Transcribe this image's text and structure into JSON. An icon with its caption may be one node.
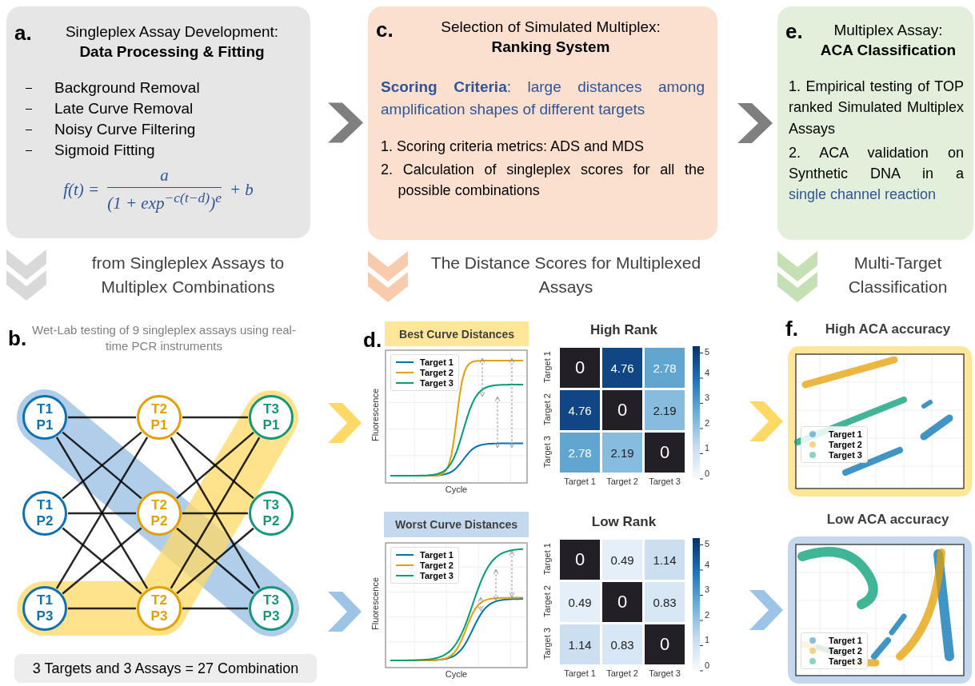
{
  "diagram": {
    "nodes": [
      {
        "text": [
          "a.",
          "Singleplex Assay Development:",
          "Data Processing & Fitting",
          "Background Removal",
          "Late Curve Removal",
          "Noisy Curve Filtering",
          "Sigmoid Fitting",
          "f(t) =",
          "a",
          "(1 + exp$^{−c(t−d)}$)$^{e}$",
          "+ b"
        ]
      },
      {
        "text": [
          "c.",
          "Selection of Simulated Multiplex:",
          "Ranking System",
          "**Scoring Criteria**: large distances among amplification shapes of different targets",
          "1. Scoring criteria metrics: ADS and MDS",
          "2. Calculation of singleplex scores for all the possible combinations"
        ]
      },
      {
        "text": [
          "e.",
          "Multiplex Assay:",
          "ACA Classification",
          "1. Empirical testing of TOP ranked Simulated Multiplex Assays",
          "2. ACA validation on Synthetic DNA in a",
          "single channel reaction"
        ]
      },
      {
        "text": [
          "T1 P1"
        ]
      },
      {
        "text": [
          "T2 P1"
        ]
      },
      {
        "text": [
          "T3 P1"
        ]
      },
      {
        "text": [
          "T1 P2"
        ]
      },
      {
        "text": [
          "T2 P2"
        ]
      },
      {
        "text": [
          "T3 P2"
        ]
      },
      {
        "text": [
          "T1 P3"
        ]
      },
      {
        "text": [
          "T2 P3"
        ]
      },
      {
        "text": [
          "T3 P3"
        ]
      },
      {
        "text": [
          "3 Targets and 3 Assays = 27 Combination"
        ]
      },
      {
        "text": [
          "Best Curve Distances"
        ]
      },
      {
        "text": [
          "Worst Curve Distances"
        ]
      },
      {
        "text": [],
        "shape": "picture",
        "beside": [
          "Fluorescence",
          "Cycle"
        ]
      },
      {
        "text": [],
        "shape": "picture",
        "beside": [
          "Fluorescence",
          "Cycle"
        ]
      },
      {
        "text": [],
        "shape": "picture",
        "beside": [
          "High ACA accuracy"
        ]
      },
      {
        "text": [],
        "shape": "picture",
        "beside": [
          "Low ACA accuracy"
        ]
      }
    ],
    "edges": [
      {
        "from": 0,
        "to": 1,
        "arrow": "to",
        "color": "#7f7f7f"
      },
      {
        "from": 1,
        "to": 2,
        "arrow": "to",
        "color": "#7f7f7f"
      },
      {
        "from": 3,
        "to": 4,
        "arrow": "none"
      },
      {
        "from": 3,
        "to": 7,
        "arrow": "none"
      },
      {
        "from": 3,
        "to": 10,
        "arrow": "none"
      },
      {
        "from": 6,
        "to": 4,
        "arrow": "none"
      },
      {
        "from": 6,
        "to": 7,
        "arrow": "none"
      },
      {
        "from": 6,
        "to": 10,
        "arrow": "none"
      },
      {
        "from": 9,
        "to": 4,
        "arrow": "none"
      },
      {
        "from": 9,
        "to": 7,
        "arrow": "none"
      },
      {
        "from": 9,
        "to": 10,
        "arrow": "none"
      },
      {
        "from": 4,
        "to": 5,
        "arrow": "none"
      },
      {
        "from": 4,
        "to": 8,
        "arrow": "none"
      },
      {
        "from": 4,
        "to": 11,
        "arrow": "none"
      },
      {
        "from": 7,
        "to": 5,
        "arrow": "none"
      },
      {
        "from": 7,
        "to": 8,
        "arrow": "none"
      },
      {
        "from": 7,
        "to": 11,
        "arrow": "none"
      },
      {
        "from": 10,
        "to": 5,
        "arrow": "none"
      },
      {
        "from": 10,
        "to": 8,
        "arrow": "none"
      },
      {
        "from": 10,
        "to": 11,
        "arrow": "none"
      },
      {
        "from": null,
        "to": 15,
        "arrow": "to",
        "color": "#ffd966"
      },
      {
        "from": null,
        "to": 16,
        "arrow": "to",
        "color": "#9dc3e6"
      },
      {
        "from": null,
        "to": 17,
        "arrow": "to",
        "color": "#ffd966"
      },
      {
        "from": null,
        "to": 18,
        "arrow": "to",
        "color": "#9dc3e6"
      },
      {
        "from": 0,
        "to": null,
        "arrow": "to",
        "color": "#d9d9d9"
      },
      {
        "from": 1,
        "to": null,
        "arrow": "to",
        "color": "#f8cbad"
      },
      {
        "from": 2,
        "to": null,
        "arrow": "to",
        "color": "#c5e0b4"
      }
    ],
    "labels": [
      "from Singleplex Assays to Multiplex Combinations",
      "The Distance Scores for Multiplexed Assays",
      "Multi-Target Classification",
      "b.",
      "Wet-Lab testing of 9 singleplex assays using real-time PCR instruments",
      "d.",
      "Target 1",
      "Target 2",
      "Target 3",
      "High Rank",
      "Target 1",
      "Target 2",
      "Target 3",
      "0",
      "4.76",
      "2.78",
      "4.76",
      "0",
      "2.19",
      "2.78",
      "2.19",
      "0",
      "Target 1",
      "Target 2",
      "Target 3",
      "5",
      "4",
      "3",
      "2",
      "1",
      "0",
      "f.",
      "Target 1",
      "Target 2",
      "Target 3",
      "Target 1",
      "Target 2",
      "Target 3",
      "Low Rank",
      "Target 1",
      "Target 2",
      "Target 3",
      "0",
      "0.49",
      "1.14",
      "0.49",
      "0",
      "0.83",
      "1.14",
      "0.83",
      "0",
      "Target 1",
      "Target 2",
      "Target 3",
      "5",
      "4",
      "3",
      "2",
      "1",
      "0",
      "Target 1",
      "Target 2",
      "Target 3"
    ]
  }
}
